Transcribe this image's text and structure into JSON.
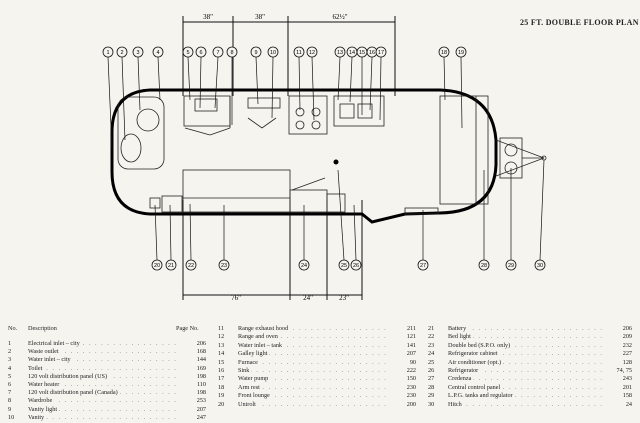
{
  "title": "25 FT. DOUBLE FLOOR PLAN",
  "dimensions_top": [
    "38\"",
    "38\"",
    "62½\""
  ],
  "dimensions_bottom": [
    "76\"",
    "24\"",
    "23\""
  ],
  "callouts_top": [
    "1",
    "2",
    "3",
    "4",
    "5",
    "6",
    "7",
    "8",
    "9",
    "10",
    "11",
    "12",
    "13",
    "14",
    "15",
    "16",
    "17",
    "18",
    "19"
  ],
  "callouts_bottom": [
    "20",
    "21",
    "22",
    "23",
    "24",
    "25",
    "26",
    "27",
    "28",
    "29",
    "30"
  ],
  "legend": {
    "headers": {
      "no": "No.",
      "description": "Description",
      "page": "Page No."
    },
    "items": [
      {
        "no": "1",
        "desc": "Electrical inlet – city",
        "page": "206"
      },
      {
        "no": "2",
        "desc": "Waste outlet",
        "page": "168"
      },
      {
        "no": "3",
        "desc": "Water inlet – city",
        "page": "144"
      },
      {
        "no": "4",
        "desc": "Toilet",
        "page": "169"
      },
      {
        "no": "5",
        "desc": "120 volt distribution panel (US)",
        "page": "198"
      },
      {
        "no": "6",
        "desc": "Water heater",
        "page": "110"
      },
      {
        "no": "7",
        "desc": "120 volt distribution panel (Canada)",
        "page": "198"
      },
      {
        "no": "8",
        "desc": "Wardrobe",
        "page": "253"
      },
      {
        "no": "9",
        "desc": "Vanity light",
        "page": "207"
      },
      {
        "no": "10",
        "desc": "Vanity",
        "page": "247"
      },
      {
        "no": "11",
        "desc": "Range exhaust hood",
        "page": "211"
      },
      {
        "no": "12",
        "desc": "Range and oven",
        "page": "121"
      },
      {
        "no": "13",
        "desc": "Water inlet – tank",
        "page": "141"
      },
      {
        "no": "14",
        "desc": "Galley light",
        "page": "207"
      },
      {
        "no": "15",
        "desc": "Furnace",
        "page": "90"
      },
      {
        "no": "16",
        "desc": "Sink",
        "page": "222"
      },
      {
        "no": "17",
        "desc": "Water pump",
        "page": "150"
      },
      {
        "no": "18",
        "desc": "Arm rest",
        "page": "230"
      },
      {
        "no": "19",
        "desc": "Front lounge",
        "page": "230"
      },
      {
        "no": "20",
        "desc": "Unirolt",
        "page": "200"
      },
      {
        "no": "21",
        "desc": "Battery",
        "page": "206"
      },
      {
        "no": "22",
        "desc": "Bed light",
        "page": "209"
      },
      {
        "no": "23",
        "desc": "Double bed (S.P.O. only)",
        "page": "232"
      },
      {
        "no": "24",
        "desc": "Refrigerator cabinet",
        "page": "227"
      },
      {
        "no": "25",
        "desc": "Air conditioner (opt.)",
        "page": "128"
      },
      {
        "no": "26",
        "desc": "Refrigerator",
        "page": "74, 75"
      },
      {
        "no": "27",
        "desc": "Credenza",
        "page": "243"
      },
      {
        "no": "28",
        "desc": "Central control panel",
        "page": "201"
      },
      {
        "no": "29",
        "desc": "L.P.G. tanks and regulator",
        "page": "158"
      },
      {
        "no": "30",
        "desc": "Hitch",
        "page": "24"
      }
    ]
  }
}
